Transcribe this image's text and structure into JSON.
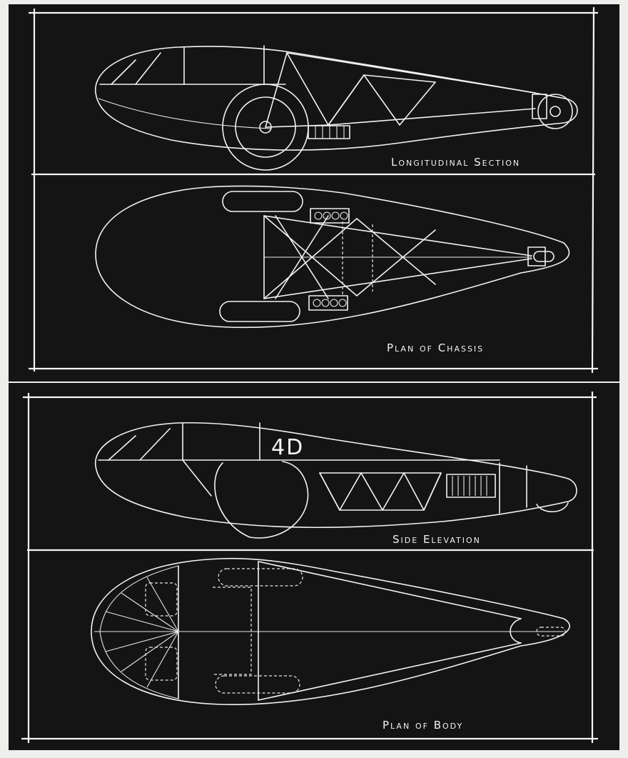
{
  "panels": {
    "top": {
      "views": [
        {
          "id": "longitudinal-section",
          "label": "Longitudinal Section"
        },
        {
          "id": "plan-of-chassis",
          "label": "Plan of Chassis"
        }
      ]
    },
    "bottom": {
      "views": [
        {
          "id": "side-elevation",
          "label": "Side Elevation",
          "body_mark": "4D"
        },
        {
          "id": "plan-of-body",
          "label": "Plan of Body"
        }
      ]
    }
  },
  "colors": {
    "board": "#141414",
    "ink": "#f2f2f2",
    "paper": "#eeeeec"
  }
}
